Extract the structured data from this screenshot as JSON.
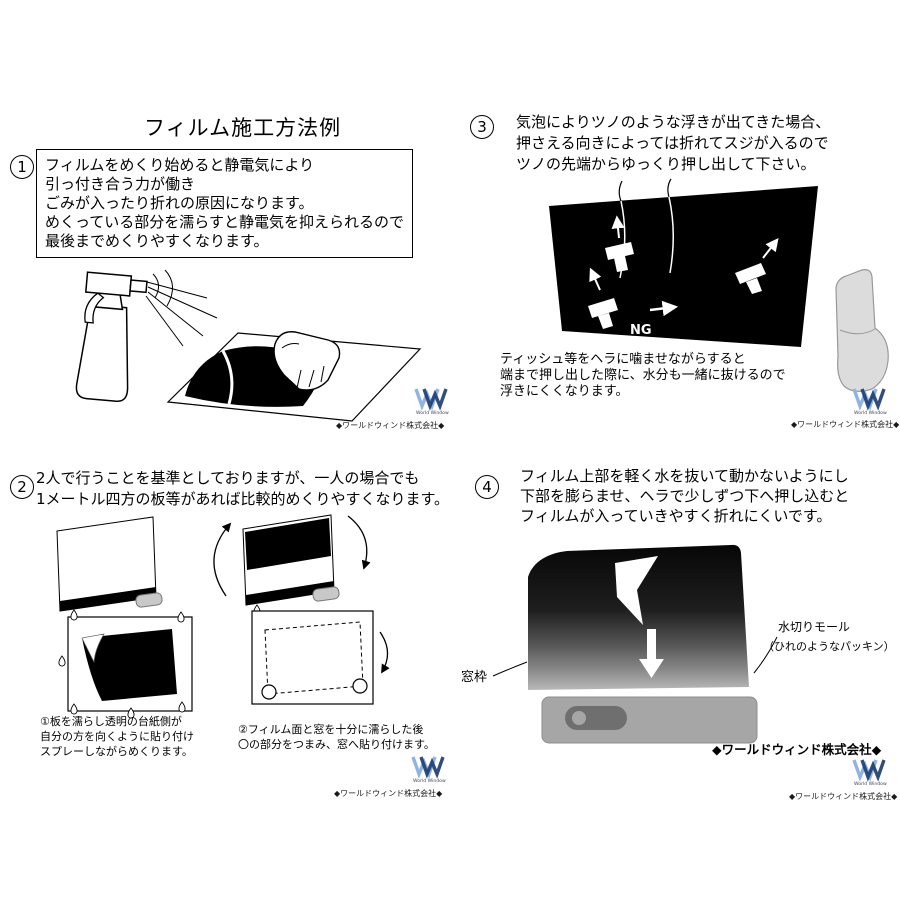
{
  "page": {
    "title": "フィルム施工方法例"
  },
  "watermark": {
    "company": "◆ワールドウィンド株式会社◆",
    "logo_subtext": "World Window"
  },
  "steps": {
    "step1": {
      "number": "1",
      "lines": [
        "フィルムをめくり始めると静電気により",
        "引っ付き合う力が働き",
        "ごみが入ったり折れの原因になります。",
        "めくっている部分を濡らすと静電気を抑えられるので",
        "最後までめくりやすくなります。"
      ]
    },
    "step2": {
      "number": "2",
      "lines": [
        "2人で行うことを基準としておりますが、一人の場合でも",
        "1メートル四方の板等があれば比較的めくりやすくなります。"
      ],
      "caption_left": [
        "①板を濡らし透明の台紙側が",
        "自分の方を向くように貼り付け",
        "スプレーしながらめくります。"
      ],
      "caption_right": [
        "②フィルム面と窓を十分に濡らした後",
        "〇の部分をつまみ、窓へ貼り付けます。"
      ]
    },
    "step3": {
      "number": "3",
      "lines": [
        "気泡によりツノのような浮きが出てきた場合、",
        "押さえる向きによっては折れてスジが入るので",
        "ツノの先端からゆっくり押し出して下さい。"
      ],
      "ng_label": "NG",
      "note": [
        "ティッシュ等をヘラに噛ませながらすると",
        "端まで押し出した際に、水分も一緒に抜けるので",
        "浮きにくくなります。"
      ]
    },
    "step4": {
      "number": "4",
      "lines": [
        "フィルム上部を軽く水を抜いて動かないようにし",
        "下部を膨らませ、ヘラで少しずつ下へ押し込むと",
        "フィルムが入っていきやすく折れにくいです。"
      ],
      "label_window_frame": "窓枠",
      "label_molding_1": "水切りモール",
      "label_molding_2": "（ひれのようなパッキン）",
      "company_bold": "◆ワールドウィンド株式会社◆"
    }
  },
  "colors": {
    "film_black": "#000000",
    "door_gray": "#a6a6a6",
    "clip_gray": "#c8c8c8",
    "logo_light_blue": "#8fb4e3",
    "logo_navy": "#1d3f73"
  }
}
